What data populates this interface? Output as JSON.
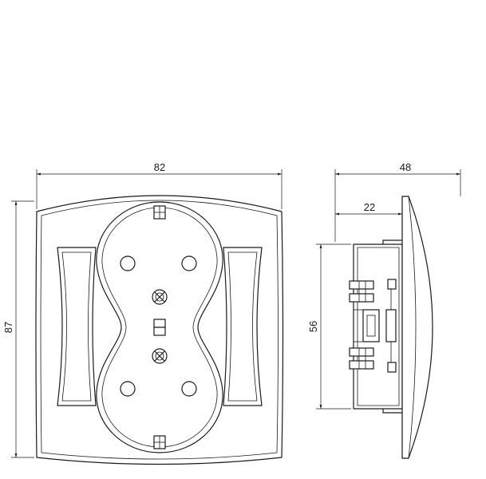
{
  "dimensions": {
    "front_width": "82",
    "front_height": "87",
    "side_depth": "48",
    "side_offset": "22",
    "side_height": "56"
  }
}
